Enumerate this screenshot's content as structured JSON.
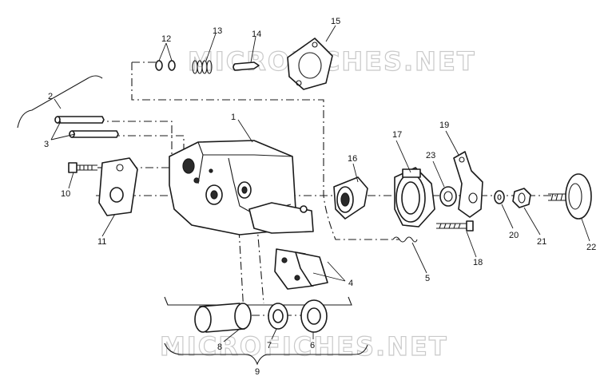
{
  "watermark": "MICROFICHES.NET",
  "callouts": [
    "1",
    "2",
    "3",
    "4",
    "5",
    "6",
    "7",
    "8",
    "9",
    "10",
    "11",
    "12",
    "13",
    "14",
    "15",
    "16",
    "17",
    "18",
    "19",
    "20",
    "21",
    "22",
    "23"
  ]
}
